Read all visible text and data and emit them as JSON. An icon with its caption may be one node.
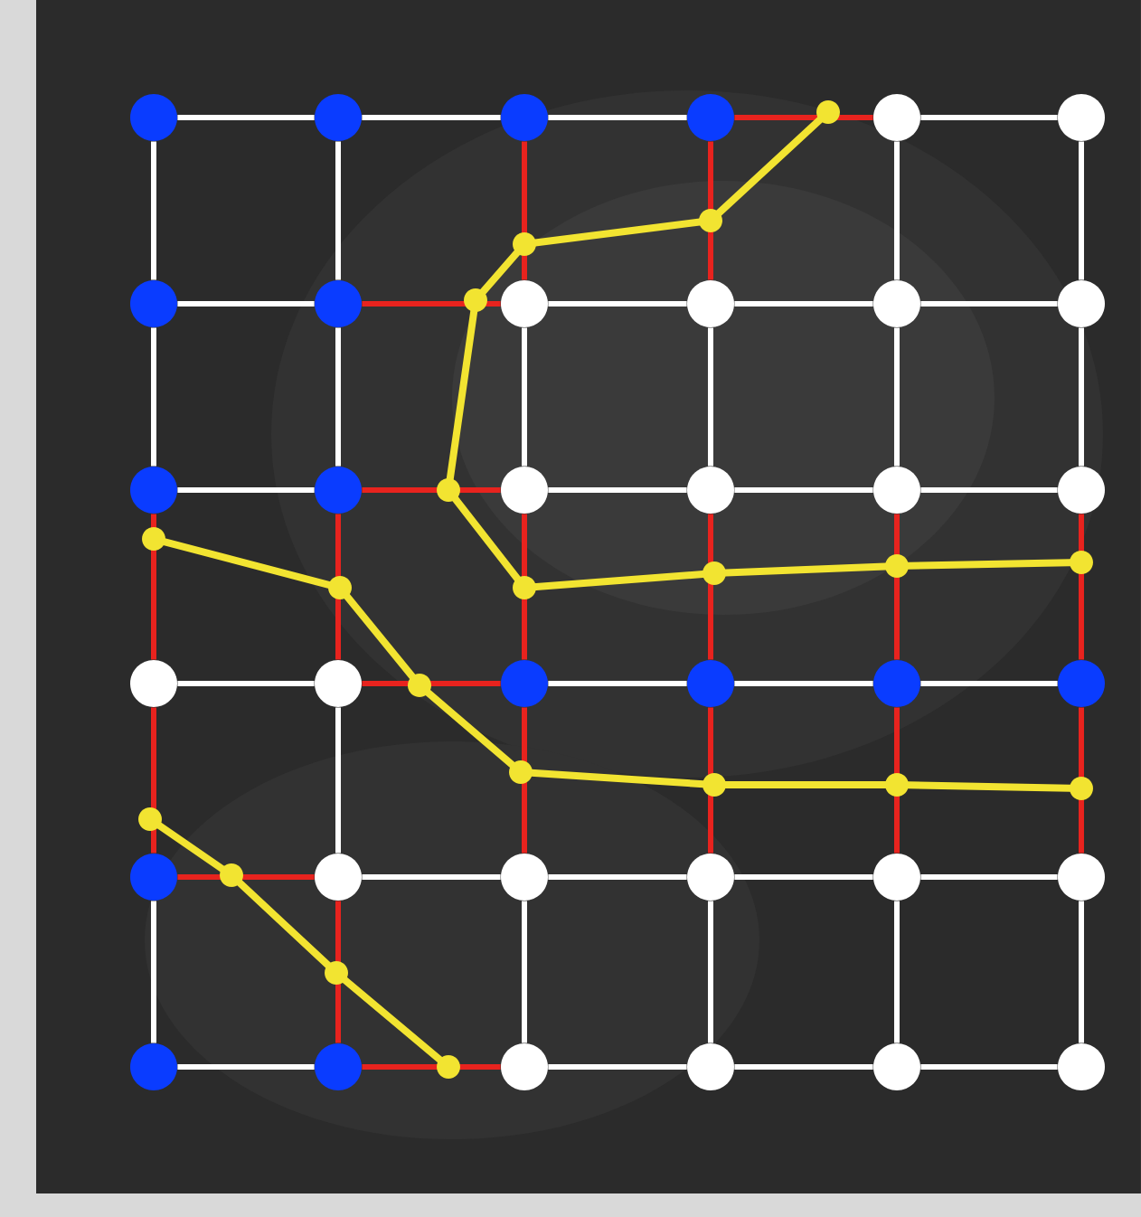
{
  "diagram": {
    "nodes": [
      {
        "text": [],
        "shape": "circle"
      },
      {
        "text": [],
        "shape": "circle"
      },
      {
        "text": [],
        "shape": "circle"
      },
      {
        "text": [],
        "shape": "circle"
      },
      {
        "text": [],
        "shape": "circle"
      },
      {
        "text": [],
        "shape": "circle"
      },
      {
        "text": [],
        "shape": "circle"
      },
      {
        "text": [],
        "shape": "circle"
      },
      {
        "text": [],
        "shape": "circle"
      },
      {
        "text": [],
        "shape": "circle"
      },
      {
        "text": [],
        "shape": "circle"
      },
      {
        "text": [],
        "shape": "circle"
      },
      {
        "text": [],
        "shape": "circle"
      },
      {
        "text": [],
        "shape": "circle"
      },
      {
        "text": [],
        "shape": "circle"
      },
      {
        "text": [],
        "shape": "circle"
      },
      {
        "text": [],
        "shape": "circle"
      },
      {
        "text": [],
        "shape": "circle"
      },
      {
        "text": [],
        "shape": "circle"
      },
      {
        "text": [],
        "shape": "circle"
      },
      {
        "text": [],
        "shape": "circle"
      },
      {
        "text": [],
        "shape": "circle"
      },
      {
        "text": [],
        "shape": "circle"
      },
      {
        "text": [],
        "shape": "circle"
      },
      {
        "text": [],
        "shape": "circle"
      },
      {
        "text": [],
        "shape": "circle"
      },
      {
        "text": [],
        "shape": "circle"
      },
      {
        "text": [],
        "shape": "circle"
      },
      {
        "text": [],
        "shape": "circle"
      },
      {
        "text": [],
        "shape": "circle"
      },
      {
        "text": [],
        "shape": "circle"
      },
      {
        "text": [],
        "shape": "circle"
      },
      {
        "text": [],
        "shape": "circle"
      },
      {
        "text": [],
        "shape": "circle"
      },
      {
        "text": [],
        "shape": "circle"
      },
      {
        "text": [],
        "shape": "circle"
      }
    ],
    "edges": [
      {
        "from": 0,
        "to": 1,
        "arrow": "none"
      },
      {
        "from": 1,
        "to": 2,
        "arrow": "none"
      },
      {
        "from": 2,
        "to": 3,
        "arrow": "none"
      },
      {
        "from": 3,
        "to": 4,
        "arrow": "none",
        "color": "#e8231e"
      },
      {
        "from": 4,
        "to": 5,
        "arrow": "none"
      },
      {
        "from": 6,
        "to": 7,
        "arrow": "none"
      },
      {
        "from": 7,
        "to": 8,
        "arrow": "none",
        "color": "#e8231e"
      },
      {
        "from": 8,
        "to": 9,
        "arrow": "none"
      },
      {
        "from": 9,
        "to": 10,
        "arrow": "none"
      },
      {
        "from": 10,
        "to": 11,
        "arrow": "none"
      },
      {
        "from": 12,
        "to": 13,
        "arrow": "none"
      },
      {
        "from": 13,
        "to": 14,
        "arrow": "none",
        "color": "#e8231e"
      },
      {
        "from": 14,
        "to": 15,
        "arrow": "none"
      },
      {
        "from": 15,
        "to": 16,
        "arrow": "none"
      },
      {
        "from": 16,
        "to": 17,
        "arrow": "none"
      },
      {
        "from": 18,
        "to": 19,
        "arrow": "none"
      },
      {
        "from": 19,
        "to": 20,
        "arrow": "none",
        "color": "#e8231e"
      },
      {
        "from": 20,
        "to": 21,
        "arrow": "none"
      },
      {
        "from": 21,
        "to": 22,
        "arrow": "none"
      },
      {
        "from": 22,
        "to": 23,
        "arrow": "none"
      },
      {
        "from": 24,
        "to": 25,
        "arrow": "none",
        "color": "#e8231e"
      },
      {
        "from": 25,
        "to": 26,
        "arrow": "none"
      },
      {
        "from": 26,
        "to": 27,
        "arrow": "none"
      },
      {
        "from": 27,
        "to": 28,
        "arrow": "none"
      },
      {
        "from": 28,
        "to": 29,
        "arrow": "none"
      },
      {
        "from": 30,
        "to": 31,
        "arrow": "none"
      },
      {
        "from": 31,
        "to": 32,
        "arrow": "none",
        "color": "#e8231e"
      },
      {
        "from": 32,
        "to": 33,
        "arrow": "none"
      },
      {
        "from": 33,
        "to": 34,
        "arrow": "none"
      },
      {
        "from": 34,
        "to": 35,
        "arrow": "none"
      },
      {
        "from": 0,
        "to": 6,
        "arrow": "none"
      },
      {
        "from": 1,
        "to": 7,
        "arrow": "none"
      },
      {
        "from": 2,
        "to": 8,
        "arrow": "none",
        "color": "#e8231e"
      },
      {
        "from": 3,
        "to": 9,
        "arrow": "none",
        "color": "#e8231e"
      },
      {
        "from": 4,
        "to": 10,
        "arrow": "none"
      },
      {
        "from": 5,
        "to": 11,
        "arrow": "none"
      },
      {
        "from": 6,
        "to": 12,
        "arrow": "none"
      },
      {
        "from": 7,
        "to": 13,
        "arrow": "none"
      },
      {
        "from": 8,
        "to": 14,
        "arrow": "none"
      },
      {
        "from": 9,
        "to": 15,
        "arrow": "none"
      },
      {
        "from": 10,
        "to": 16,
        "arrow": "none"
      },
      {
        "from": 11,
        "to": 17,
        "arrow": "none"
      },
      {
        "from": 12,
        "to": 18,
        "arrow": "none",
        "color": "#e8231e"
      },
      {
        "from": 13,
        "to": 19,
        "arrow": "none",
        "color": "#e8231e"
      },
      {
        "from": 14,
        "to": 20,
        "arrow": "none",
        "color": "#e8231e"
      },
      {
        "from": 15,
        "to": 21,
        "arrow": "none",
        "color": "#e8231e"
      },
      {
        "from": 16,
        "to": 22,
        "arrow": "none",
        "color": "#e8231e"
      },
      {
        "from": 17,
        "to": 23,
        "arrow": "none",
        "color": "#e8231e"
      },
      {
        "from": 18,
        "to": 24,
        "arrow": "none",
        "color": "#e8231e"
      },
      {
        "from": 19,
        "to": 25,
        "arrow": "none"
      },
      {
        "from": 20,
        "to": 26,
        "arrow": "none",
        "color": "#e8231e"
      },
      {
        "from": 21,
        "to": 27,
        "arrow": "none",
        "color": "#e8231e"
      },
      {
        "from": 22,
        "to": 28,
        "arrow": "none",
        "color": "#e8231e"
      },
      {
        "from": 23,
        "to": 29,
        "arrow": "none",
        "color": "#e8231e"
      },
      {
        "from": 24,
        "to": 30,
        "arrow": "none"
      },
      {
        "from": 25,
        "to": 31,
        "arrow": "none",
        "color": "#e8231e"
      },
      {
        "from": 26,
        "to": 32,
        "arrow": "none"
      },
      {
        "from": 27,
        "to": 33,
        "arrow": "none"
      },
      {
        "from": 28,
        "to": 34,
        "arrow": "none"
      },
      {
        "from": 29,
        "to": 35,
        "arrow": "none"
      }
    ]
  }
}
